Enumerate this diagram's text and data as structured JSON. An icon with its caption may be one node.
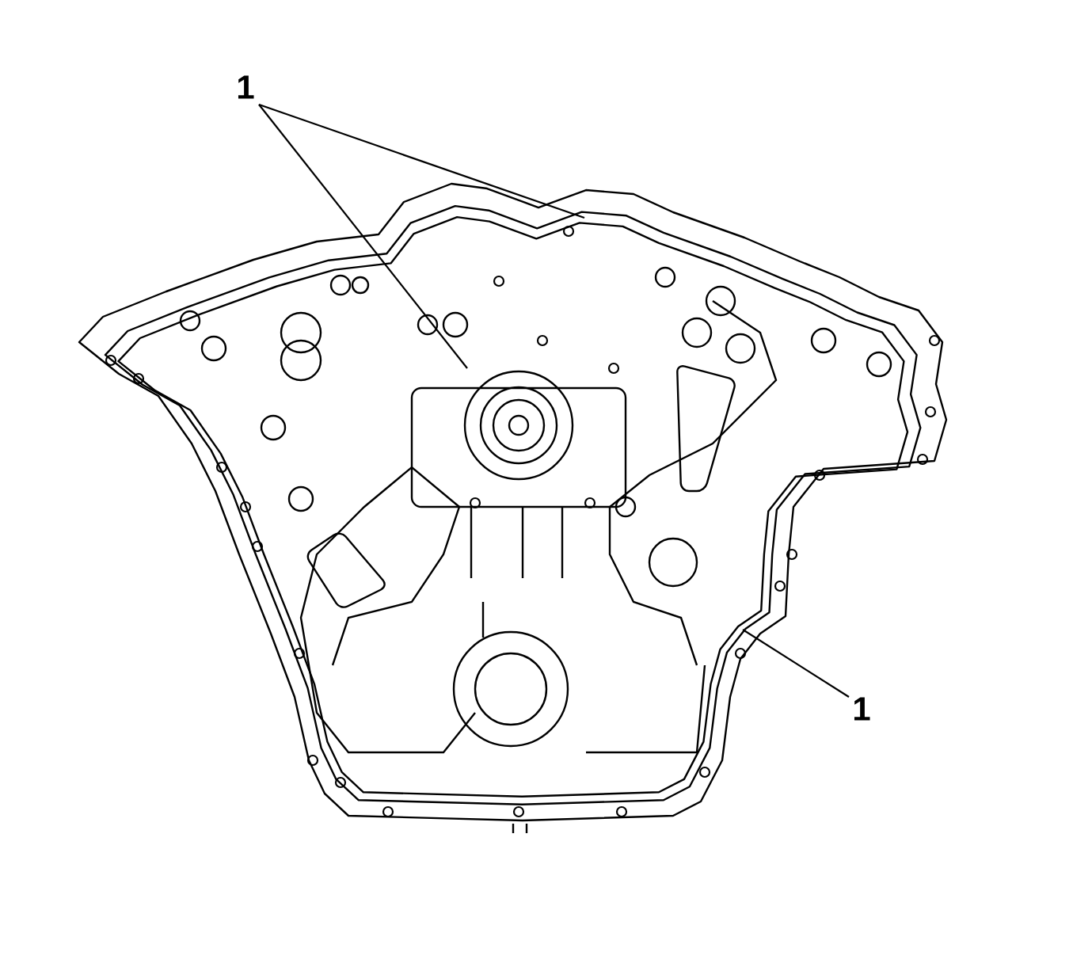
{
  "diagram": {
    "nodes": [
      {
        "text": [
          "1"
        ]
      },
      {
        "text": [
          "1"
        ]
      }
    ],
    "edges": [
      {
        "from": 0,
        "to": null,
        "arrow": "none"
      },
      {
        "from": 0,
        "to": null,
        "arrow": "none"
      },
      {
        "from": 1,
        "to": null,
        "arrow": "none"
      }
    ]
  }
}
